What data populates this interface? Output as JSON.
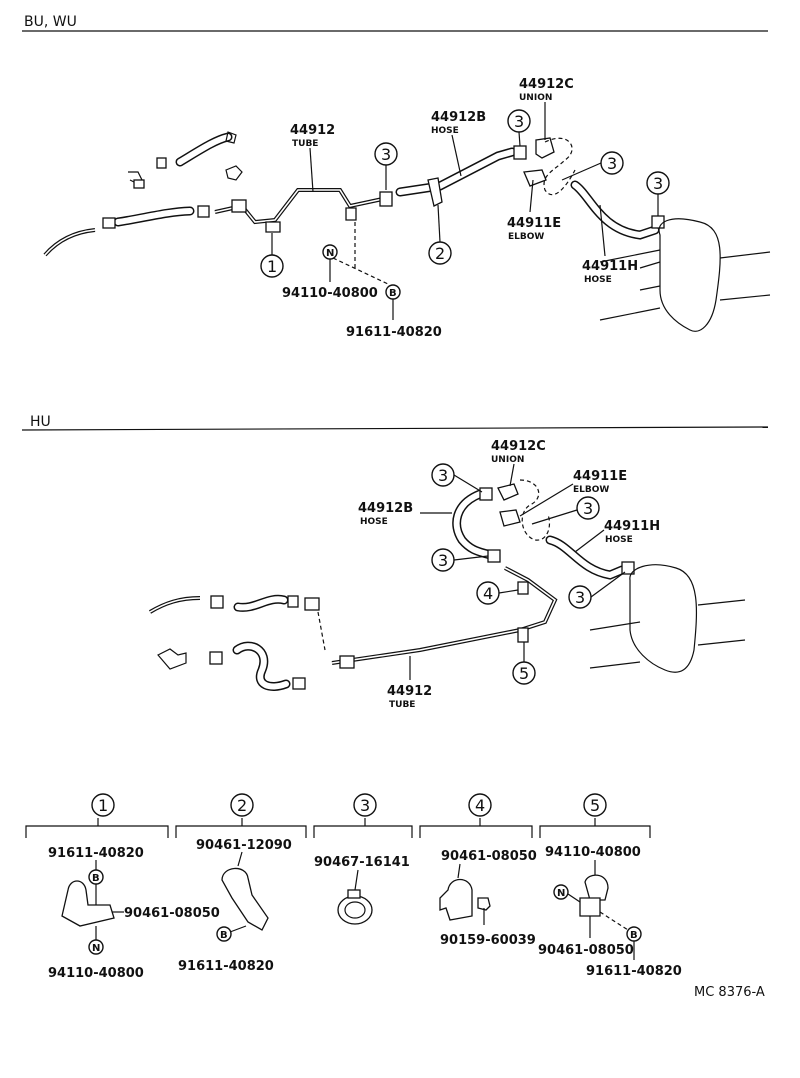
{
  "sections": {
    "top": "BU, WU",
    "middle": "HU"
  },
  "top": {
    "tube": {
      "part": "44912",
      "name": "TUBE"
    },
    "hose_b": {
      "part": "44912B",
      "name": "HOSE"
    },
    "union": {
      "part": "44912C",
      "name": "UNION"
    },
    "elbow": {
      "part": "44911E",
      "name": "ELBOW"
    },
    "hose_h": {
      "part": "44911H",
      "name": "HOSE"
    },
    "nut": "94110-40800",
    "bolt": "91611-40820",
    "nut_symbol": "N",
    "bolt_symbol": "B",
    "callouts": [
      "1",
      "2",
      "3",
      "3",
      "3",
      "3"
    ]
  },
  "middle": {
    "tube": {
      "part": "44912",
      "name": "TUBE"
    },
    "hose_b": {
      "part": "44912B",
      "name": "HOSE"
    },
    "union": {
      "part": "44912C",
      "name": "UNION"
    },
    "elbow": {
      "part": "44911E",
      "name": "ELBOW"
    },
    "hose_h": {
      "part": "44911H",
      "name": "HOSE"
    },
    "callouts": [
      "3",
      "3",
      "3",
      "3",
      "4",
      "5"
    ]
  },
  "kits": [
    {
      "num": "1",
      "parts": [
        "91611-40820",
        "90461-08050",
        "94110-40800"
      ]
    },
    {
      "num": "2",
      "parts": [
        "90461-12090",
        "91611-40820"
      ]
    },
    {
      "num": "3",
      "parts": [
        "90467-16141"
      ]
    },
    {
      "num": "4",
      "parts": [
        "90461-08050",
        "90159-60039"
      ]
    },
    {
      "num": "5",
      "parts": [
        "94110-40800",
        "90461-08050",
        "91611-40820"
      ]
    }
  ],
  "kit_symbols": {
    "nut": "N",
    "bolt": "B"
  },
  "figure_code": "MC 8376-A"
}
